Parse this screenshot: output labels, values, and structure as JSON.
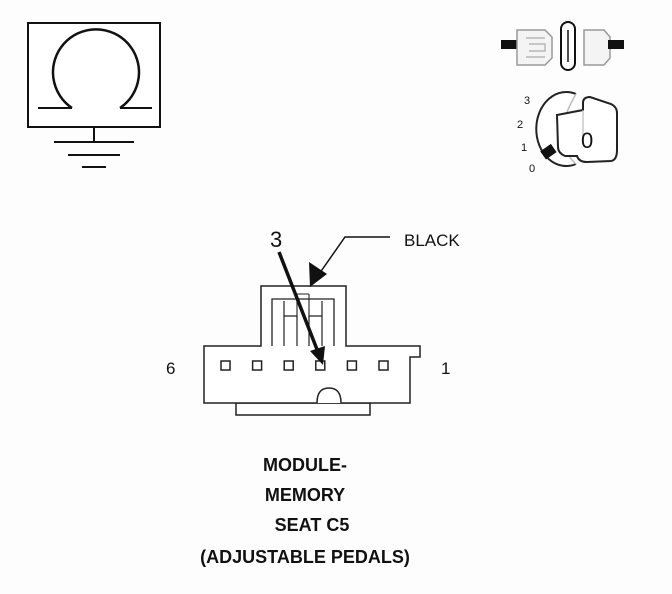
{
  "connector": {
    "wire_color": "BLACK",
    "pin_callout": "3",
    "pin_end_left": "6",
    "pin_end_right": "1",
    "pin_count": 6,
    "highlighted_pin": 3
  },
  "ignition_positions": [
    "3",
    "2",
    "1",
    "0"
  ],
  "key_label": "0",
  "caption": {
    "line1": "MODULE-",
    "line2": "MEMORY",
    "line3": "SEAT C5",
    "line4": "(ADJUSTABLE PEDALS)"
  },
  "icons": [
    "ohmmeter-ground-icon",
    "fuse-connector-icon",
    "ignition-key-icon",
    "connector-face-icon"
  ]
}
